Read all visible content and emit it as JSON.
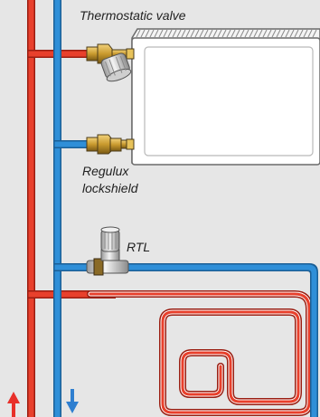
{
  "labels": {
    "thermostatic_valve": "Thermostatic valve",
    "regulux_lockshield": [
      "Regulux",
      "lockshield"
    ],
    "rtl": "RTL"
  },
  "colors": {
    "background": "#e6e6e6",
    "flow_pipe": "#e8402c",
    "return_pipe": "#2f8fd8",
    "pipe_edge": "#9a1e12",
    "return_edge": "#1b5f96",
    "radiator_body": "#ffffff",
    "radiator_outline": "#6a6a6a",
    "valve_brass": "#c99a2e",
    "valve_dark": "#4a3a18",
    "rtl_body": "#d0d0d0",
    "arrow_up": "#e8302a",
    "arrow_down": "#2f7fd0"
  },
  "icons": {
    "flow_direction": "arrow-up-icon",
    "return_direction": "arrow-down-icon"
  }
}
